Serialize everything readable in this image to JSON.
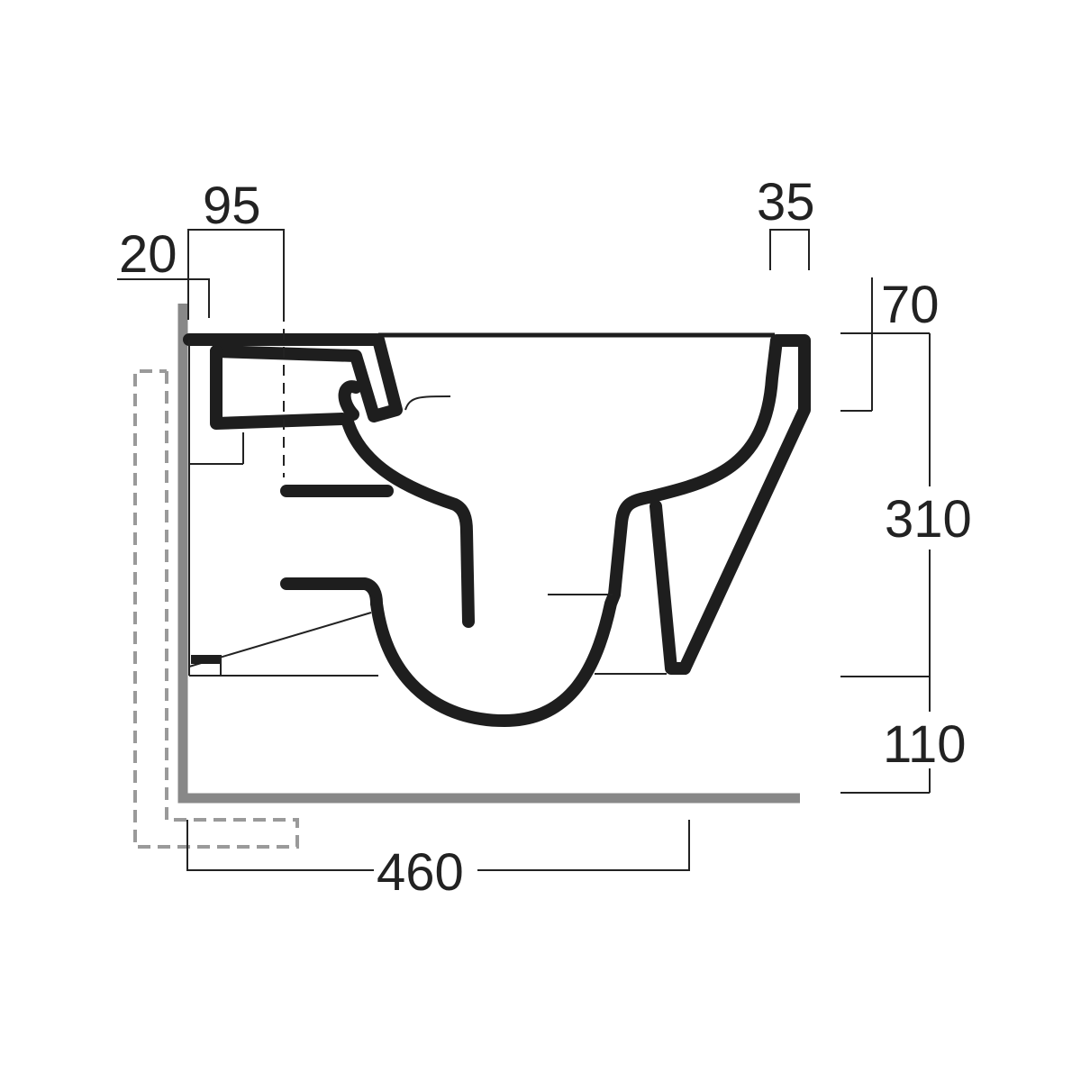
{
  "diagram": {
    "subject": "wall-hung toilet pan side section",
    "units": "mm",
    "colors": {
      "outline": "#1e1e1e",
      "dimension_line": "#222222",
      "wall": "#888888",
      "frame_dashed": "#9a9a9a",
      "background": "#ffffff"
    },
    "dimensions": {
      "wall_to_fixing": "20",
      "wall_to_waste_centre": "95",
      "rim_front_thickness": "35",
      "rim_height": "70",
      "pan_height": "310",
      "floor_clearance": "110",
      "projection": "460"
    }
  }
}
